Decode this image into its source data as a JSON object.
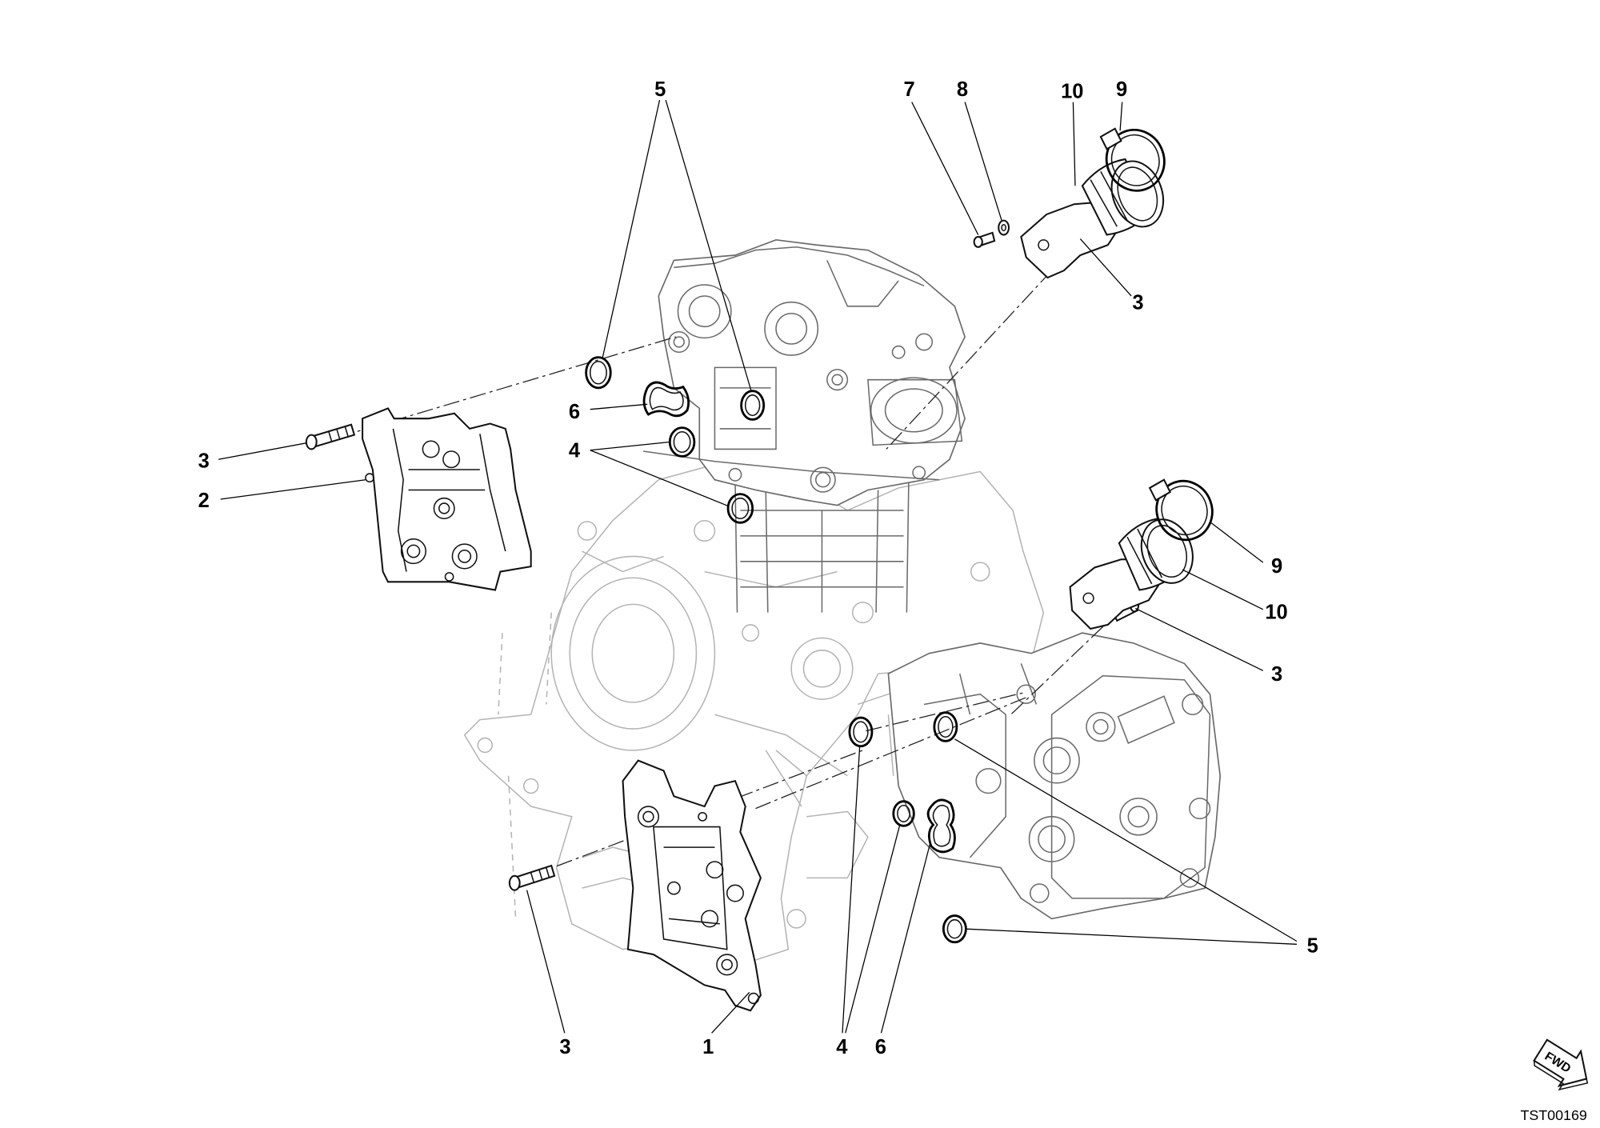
{
  "callouts": {
    "top_5": "5",
    "top_7": "7",
    "top_8": "8",
    "top_10": "10",
    "top_9": "9",
    "right_upper_3": "3",
    "left_6": "6",
    "left_4": "4",
    "left_3": "3",
    "left_2": "2",
    "right_9": "9",
    "right_10": "10",
    "right_lower_3": "3",
    "right_5": "5",
    "bottom_3": "3",
    "bottom_1": "1",
    "bottom_4": "4",
    "bottom_6": "6"
  },
  "fwd_label": "FWD",
  "drawing_code": "TST00169"
}
